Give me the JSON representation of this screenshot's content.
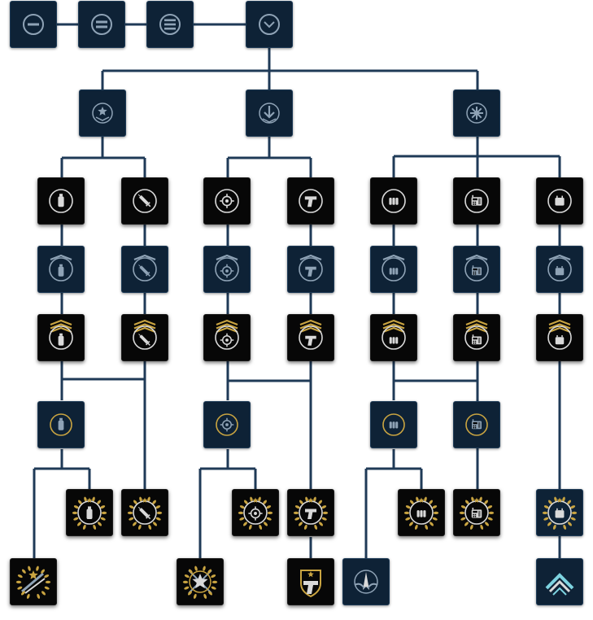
{
  "skill_tree": {
    "colors": {
      "connector": "#1f3a57",
      "locked_tile": "#0e2236",
      "active_tile": "#070707",
      "gold": "#c9a441",
      "icon_light": "#d9d9d9",
      "icon_dim": "#8fa3b6"
    },
    "nodes": [
      {
        "id": "tier-1",
        "state": "locked",
        "icon": "minus-circle-icon"
      },
      {
        "id": "tier-2",
        "state": "locked",
        "icon": "double-bar-circle-icon"
      },
      {
        "id": "tier-3",
        "state": "locked",
        "icon": "triple-bar-circle-icon"
      },
      {
        "id": "tier-root",
        "state": "locked",
        "icon": "chevron-down-circle-icon"
      },
      {
        "id": "branch-star",
        "state": "locked",
        "icon": "star-emblem-icon"
      },
      {
        "id": "branch-arrow",
        "state": "locked",
        "icon": "down-arrow-emblem-icon"
      },
      {
        "id": "branch-burst",
        "state": "locked",
        "icon": "burst-emblem-icon"
      },
      {
        "id": "bottle",
        "state": "active",
        "icon": "bottle-icon"
      },
      {
        "id": "syringe",
        "state": "active",
        "icon": "syringe-icon"
      },
      {
        "id": "crosshair",
        "state": "active",
        "icon": "crosshair-icon"
      },
      {
        "id": "pistol",
        "state": "active",
        "icon": "pistol-icon"
      },
      {
        "id": "ammo",
        "state": "active",
        "icon": "ammo-icon"
      },
      {
        "id": "radio",
        "state": "active",
        "icon": "radio-icon"
      },
      {
        "id": "case",
        "state": "active",
        "icon": "case-icon"
      },
      {
        "id": "bottle-rank1",
        "state": "locked",
        "icon": "bottle-rank1-icon"
      },
      {
        "id": "syringe-rank1",
        "state": "locked",
        "icon": "syringe-rank1-icon"
      },
      {
        "id": "crosshair-rank1",
        "state": "locked",
        "icon": "crosshair-rank1-icon"
      },
      {
        "id": "pistol-rank1",
        "state": "locked",
        "icon": "pistol-rank1-icon"
      },
      {
        "id": "ammo-rank1",
        "state": "locked",
        "icon": "ammo-rank1-icon"
      },
      {
        "id": "radio-rank1",
        "state": "locked",
        "icon": "radio-rank1-icon"
      },
      {
        "id": "case-rank1",
        "state": "locked",
        "icon": "case-rank1-icon"
      },
      {
        "id": "bottle-rank2",
        "state": "active",
        "icon": "bottle-rank2-icon"
      },
      {
        "id": "syringe-rank2",
        "state": "active",
        "icon": "syringe-rank2-icon"
      },
      {
        "id": "crosshair-rank2",
        "state": "active",
        "icon": "crosshair-rank2-icon"
      },
      {
        "id": "pistol-rank2",
        "state": "active",
        "icon": "pistol-rank2-icon"
      },
      {
        "id": "ammo-rank2",
        "state": "active",
        "icon": "ammo-rank2-icon"
      },
      {
        "id": "radio-rank2",
        "state": "active",
        "icon": "radio-rank2-icon"
      },
      {
        "id": "case-rank2",
        "state": "active",
        "icon": "case-rank2-icon"
      },
      {
        "id": "bottle-gold",
        "state": "locked",
        "icon": "bottle-gold-ring-icon"
      },
      {
        "id": "crosshair-gold",
        "state": "locked",
        "icon": "crosshair-gold-ring-icon"
      },
      {
        "id": "ammo-gold",
        "state": "locked",
        "icon": "ammo-gold-ring-icon"
      },
      {
        "id": "radio-gold",
        "state": "locked",
        "icon": "radio-gold-ring-icon"
      },
      {
        "id": "bottle-laurel",
        "state": "active",
        "icon": "bottle-laurel-icon"
      },
      {
        "id": "syringe-laurel",
        "state": "active",
        "icon": "syringe-laurel-icon"
      },
      {
        "id": "crosshair-laurel",
        "state": "active",
        "icon": "crosshair-laurel-icon"
      },
      {
        "id": "pistol-laurel",
        "state": "active",
        "icon": "pistol-laurel-icon"
      },
      {
        "id": "ammo-laurel",
        "state": "active",
        "icon": "ammo-laurel-icon"
      },
      {
        "id": "radio-laurel",
        "state": "active",
        "icon": "radio-laurel-icon"
      },
      {
        "id": "case-laurel",
        "state": "locked",
        "icon": "case-laurel-icon"
      },
      {
        "id": "star-weapons-capstone",
        "state": "active",
        "icon": "star-weapons-capstone-icon"
      },
      {
        "id": "star-crossed-capstone",
        "state": "active",
        "icon": "star-crossed-capstone-icon"
      },
      {
        "id": "pistol-shield-capstone",
        "state": "active",
        "icon": "pistol-shield-capstone-icon"
      },
      {
        "id": "wing-emblem-capstone",
        "state": "locked",
        "icon": "wing-emblem-capstone-icon"
      },
      {
        "id": "chevron-stack-capstone",
        "state": "locked",
        "icon": "chevron-stack-capstone-icon"
      }
    ]
  }
}
